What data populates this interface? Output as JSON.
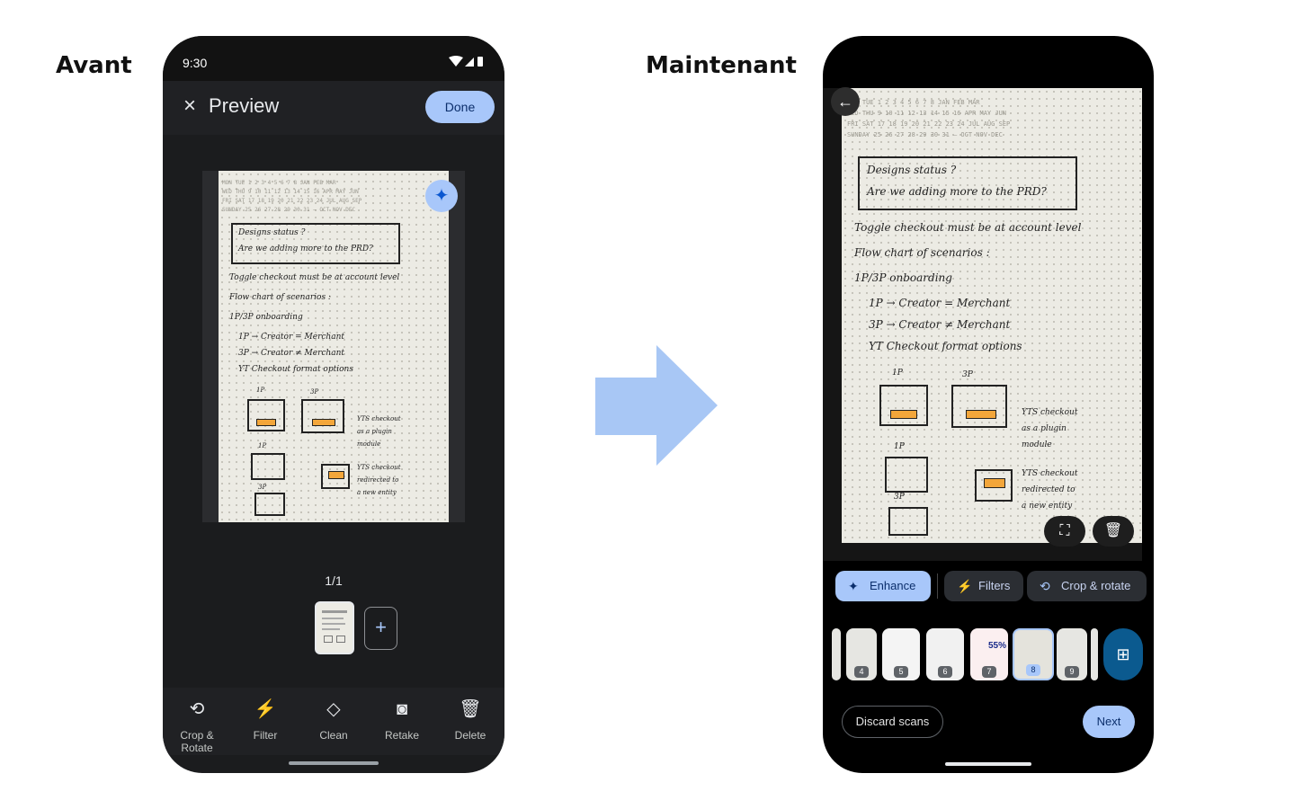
{
  "labels": {
    "before": "Avant",
    "after": "Maintenant"
  },
  "before": {
    "status_time": "9:30",
    "title": "Preview",
    "done": "Done",
    "page_counter": "1/1",
    "add_icon": "+",
    "tools": [
      {
        "icon": "crop-rotate-icon",
        "label": "Crop & Rotate"
      },
      {
        "icon": "magic-wand-icon",
        "label": "Filter"
      },
      {
        "icon": "eraser-icon",
        "label": "Clean"
      },
      {
        "icon": "camera-icon",
        "label": "Retake"
      },
      {
        "icon": "trash-icon",
        "label": "Delete"
      }
    ]
  },
  "after": {
    "chips": [
      {
        "icon": "sparkle-icon",
        "label": "Enhance",
        "selected": true
      },
      {
        "icon": "magic-wand-icon",
        "label": "Filters",
        "selected": false
      },
      {
        "icon": "crop-rotate-icon",
        "label": "Crop & rotate",
        "selected": false
      }
    ],
    "thumbnails": [
      {
        "num": "4"
      },
      {
        "num": "5"
      },
      {
        "num": "6"
      },
      {
        "num": "7",
        "text": "55%"
      },
      {
        "num": "8",
        "selected": true
      },
      {
        "num": "9"
      }
    ],
    "discard": "Discard scans",
    "next": "Next"
  },
  "note": {
    "line1": "Designs status ?",
    "line2": "Are we adding more to the PRD?",
    "b1": "Toggle checkout must be at account level",
    "b2": "Flow chart of scenarios :",
    "b3": "1P/3P onboarding",
    "s1": "1P → Creator = Merchant",
    "s2": "3P → Creator ≠ Merchant",
    "s3": "YT Checkout format options",
    "d1": "1P",
    "d2": "3P",
    "d3": "YTS checkout",
    "d4": "as a plugin",
    "d5": "module",
    "d6": "1P",
    "d7": "3P",
    "d8": "YTS checkout",
    "d9": "redirected to",
    "d10": "a new entity",
    "cal": "MON TUE 1 2 3 4 5 6 7 8   JAN FEB MAR",
    "cal2": "WED THU 9 10 11 12 13 14 15 16   APR MAY JUN",
    "cal3": "FRI SAT 17 18 19 20 21 22 23 24   JUL AUG SEP",
    "cal4": "SUNDAY 25 26 27 28 29 30 31 —   OCT NOV DEC"
  }
}
